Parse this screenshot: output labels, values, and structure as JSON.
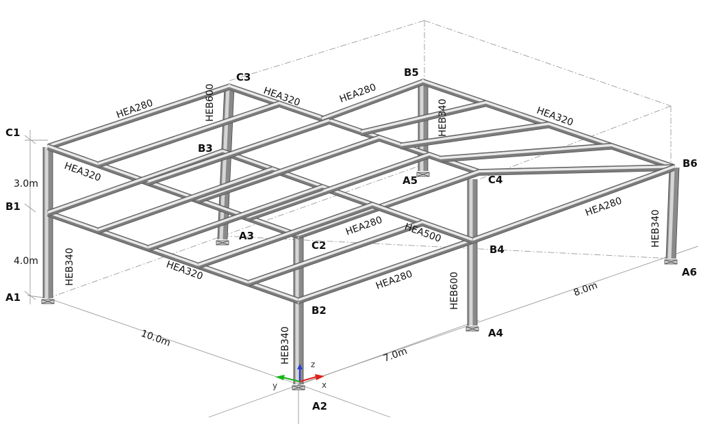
{
  "nodes": {
    "A1": "A1",
    "B1": "B1",
    "C1": "C1",
    "A2": "A2",
    "B2": "B2",
    "C2": "C2",
    "A3": "A3",
    "B3": "B3",
    "C3": "C3",
    "A4": "A4",
    "B4": "B4",
    "C4": "C4",
    "A5": "A5",
    "B5": "B5",
    "A6": "A6",
    "B6": "B6"
  },
  "members": {
    "beam_c1_c3": "HEA280",
    "beam_c3_c4": "HEA320",
    "beam_c1_c2": "HEA320",
    "beam_b5_mid": "HEA280",
    "beam_b5_b6": "HEA320",
    "beam_b1_b2": "HEA320",
    "beam_c2_c4": "HEA280",
    "beam_b3_b4": "HEA500",
    "beam_b4_b6": "HEA280",
    "beam_b2_b4": "HEA280",
    "col_a1": "HEB340",
    "col_a2": "HEB340",
    "col_a3": "HEB600",
    "col_a4": "HEB600",
    "col_a5": "HEB340",
    "col_a6": "HEB340"
  },
  "dimensions": {
    "height_upper": "3.0m",
    "height_lower": "4.0m",
    "length_x": "10.0m",
    "length_y1": "7.0m",
    "length_y2": "8.0m"
  },
  "axes": {
    "x": "x",
    "y": "y",
    "z": "z"
  },
  "colors": {
    "axis_x": "#e0201b",
    "axis_y": "#18b418",
    "axis_z": "#2b3bd6",
    "steel": "#8a8a8a"
  }
}
